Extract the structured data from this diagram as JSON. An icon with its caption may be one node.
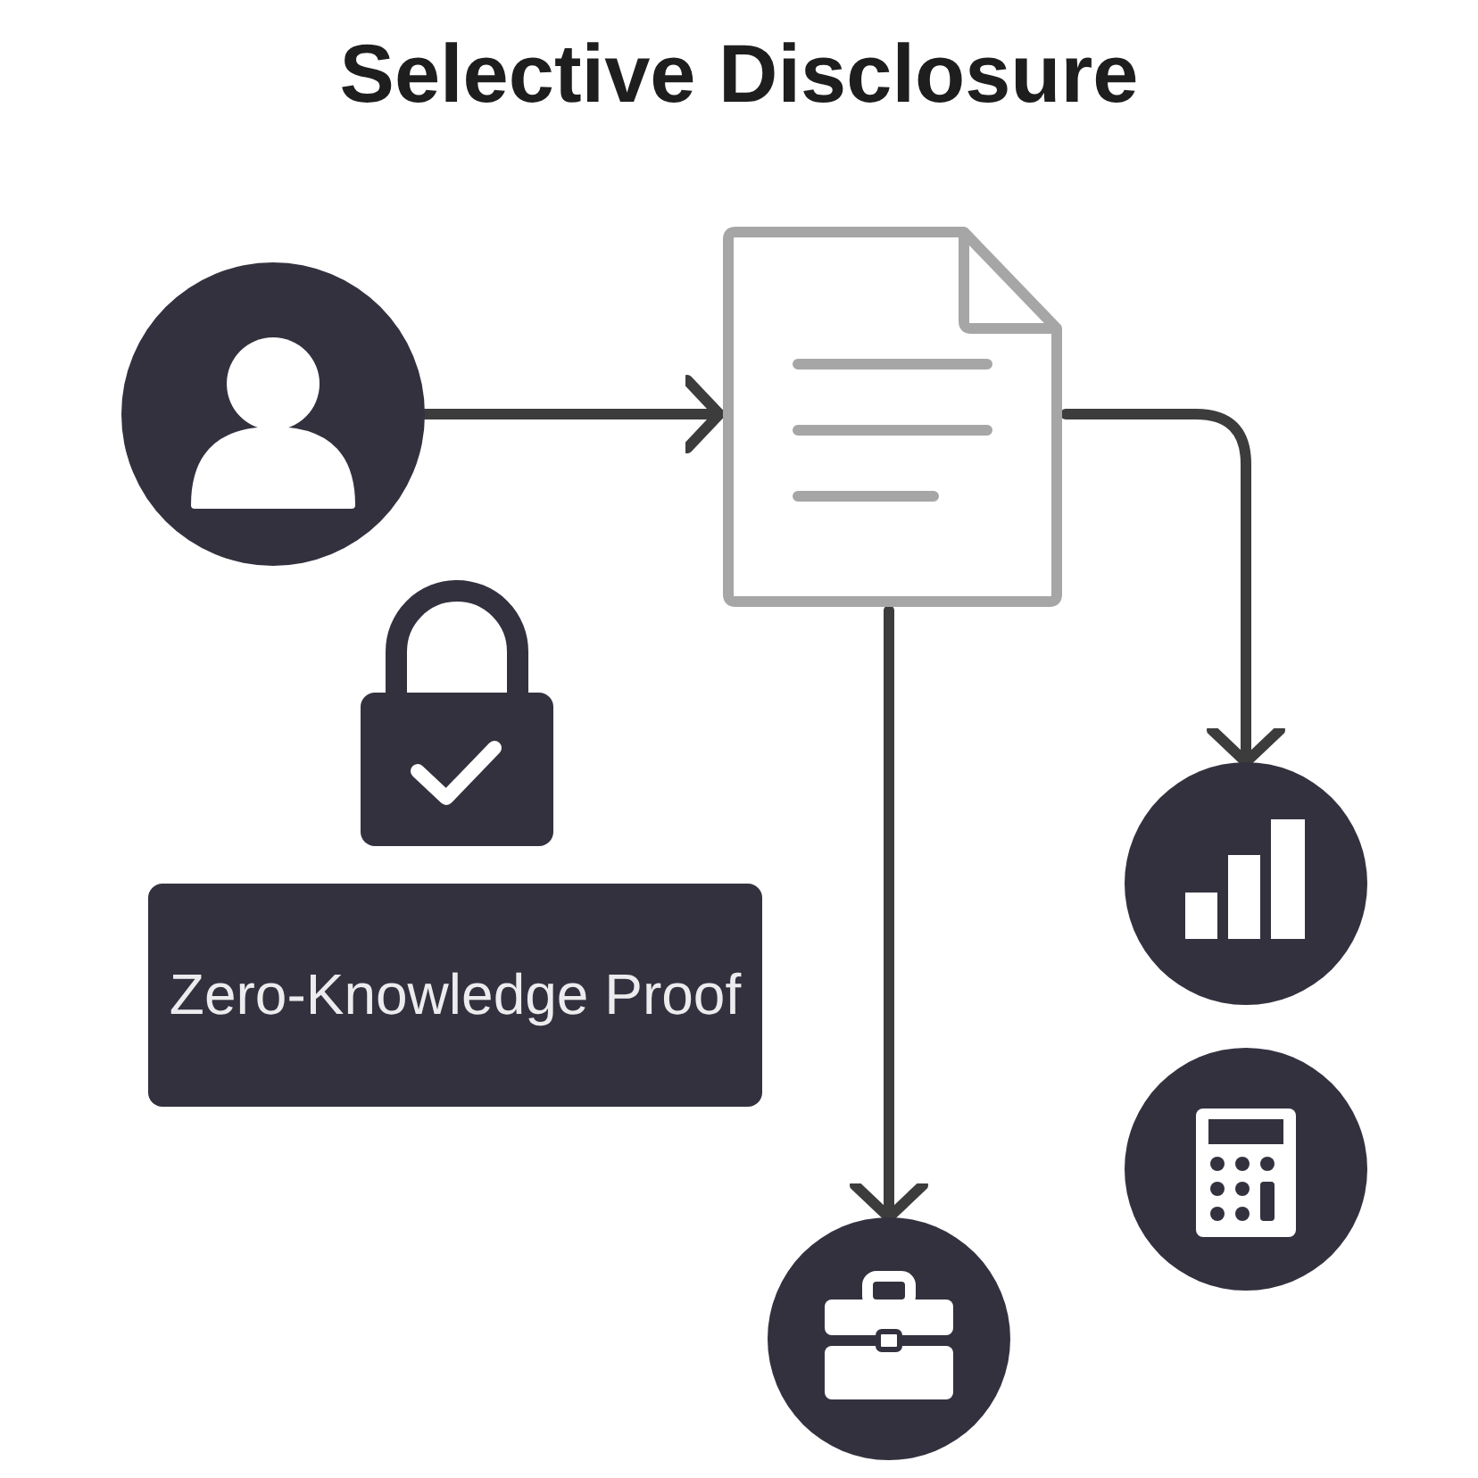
{
  "diagram": {
    "title": "Selective Disclosure",
    "nodes": [
      {
        "text": [],
        "shape": "person"
      },
      {
        "text": [],
        "shape": "document"
      },
      {
        "text": [],
        "shape": "chart"
      },
      {
        "text": [],
        "shape": "calculator"
      },
      {
        "text": [],
        "shape": "briefcase"
      },
      {
        "text": [
          "Zero-Knowledge Proof"
        ]
      }
    ],
    "edges": [
      {
        "from": 0,
        "to": 1,
        "arrow": "to"
      },
      {
        "from": 1,
        "to": 2,
        "arrow": "to"
      },
      {
        "from": 1,
        "to": 4,
        "arrow": "to"
      }
    ]
  }
}
